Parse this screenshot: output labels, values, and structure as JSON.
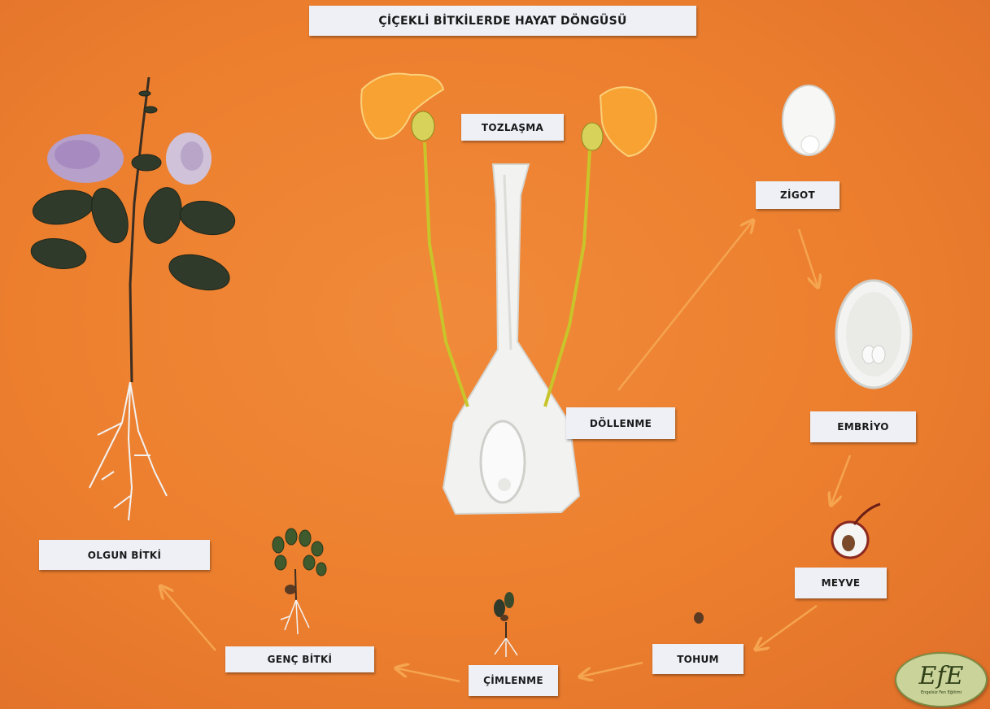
{
  "title": "ÇİÇEKLİ BİTKİLERDE HAYAT DÖNGÜSÜ",
  "stages": {
    "tozlasma": "TOZLAŞMA",
    "zigot": "ZİGOT",
    "dollenme": "DÖLLENME",
    "embriyo": "EMBRİYO",
    "meyve": "MEYVE",
    "tohum": "TOHUM",
    "cimlenme": "ÇİMLENME",
    "genc_bitki": "GENÇ BİTKİ",
    "olgun_bitki": "OLGUN BİTKİ"
  },
  "logo": {
    "mark": "EfE",
    "subtitle": "Engelsiz Fen Eğitimi"
  },
  "colors": {
    "board": "#ec7f2e",
    "label_bg": "#eef0f6",
    "pollen": "#f7a233",
    "stamen": "#c5c22a",
    "leaf": "#2e3627",
    "petal": "#b79ac9",
    "model_white": "#f2f2f0"
  }
}
